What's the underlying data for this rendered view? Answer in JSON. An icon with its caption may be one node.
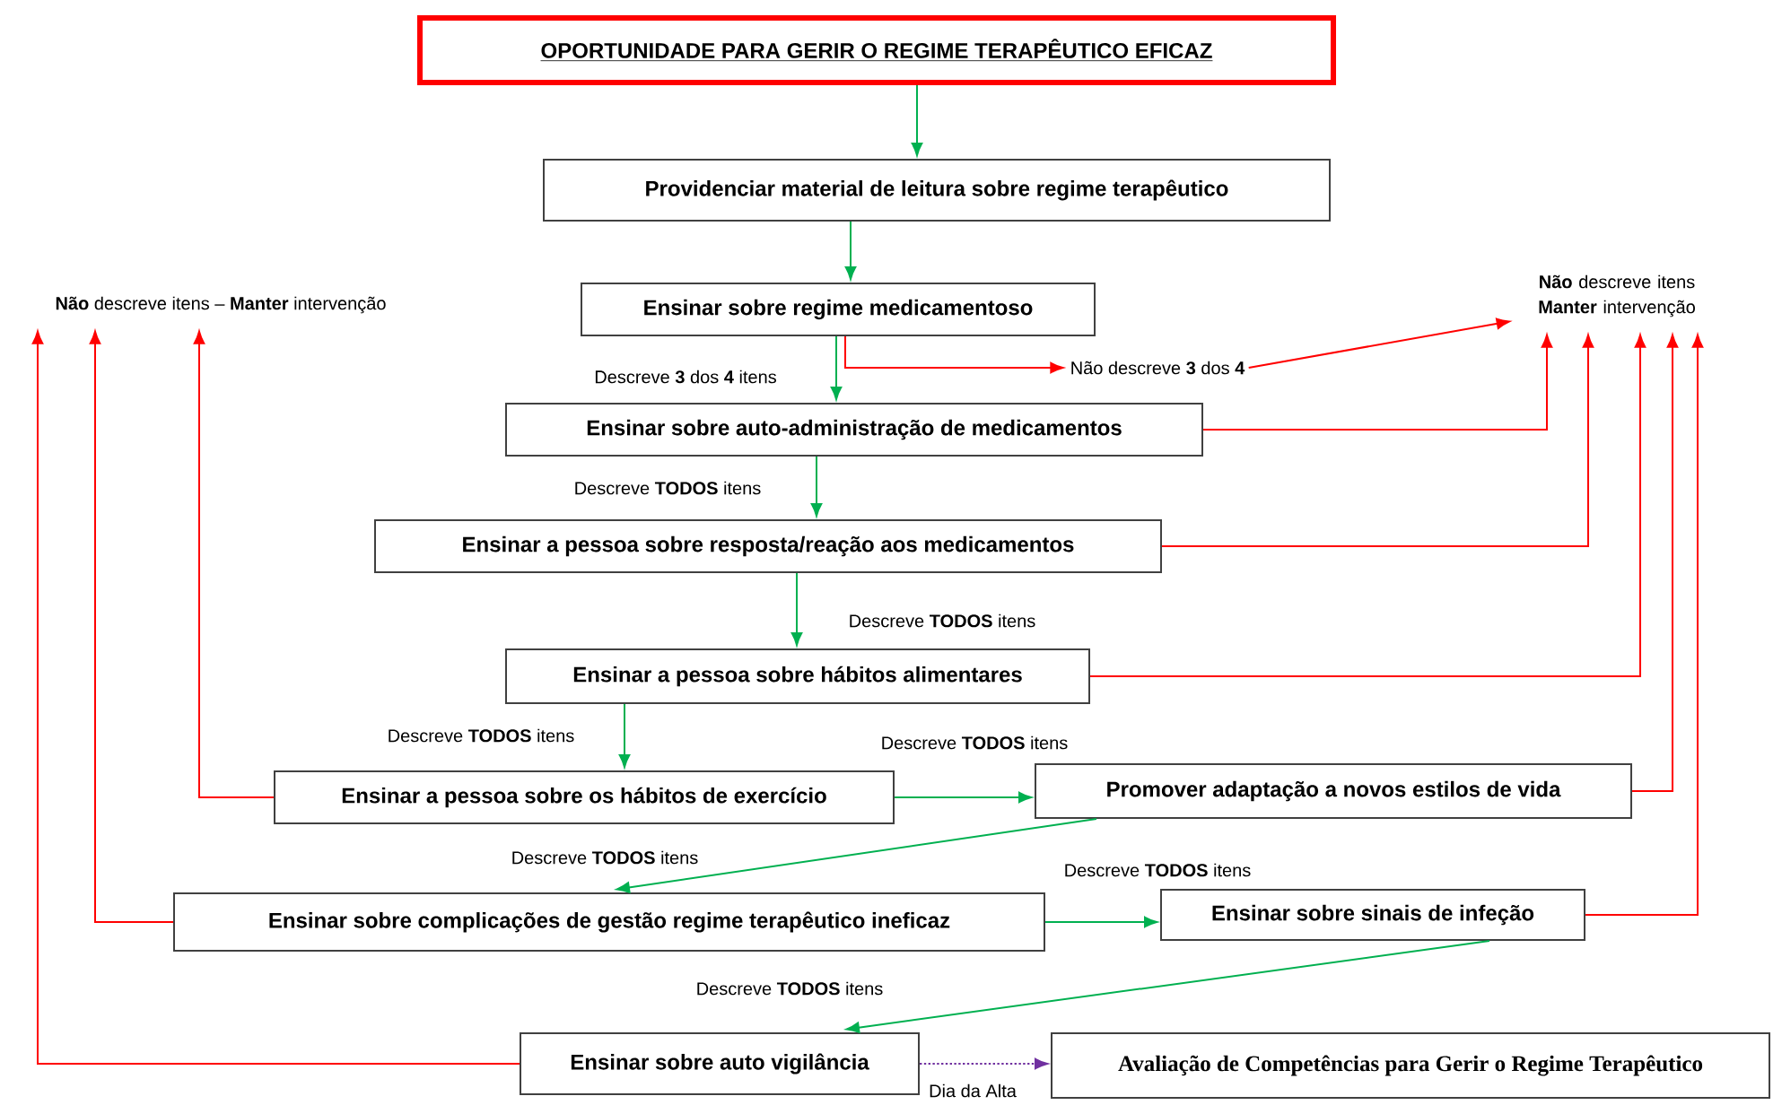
{
  "diagram": {
    "nodes": [
      {
        "text": [
          "OPORTUNIDADE PARA GERIR O REGIME TERAPÊUTICO EFICAZ"
        ]
      },
      {
        "text": [
          "Providenciar material de leitura sobre regime terapêutico"
        ]
      },
      {
        "text": [
          "Ensinar sobre regime medicamentoso"
        ]
      },
      {
        "text": [
          "Ensinar sobre auto-administração de medicamentos"
        ]
      },
      {
        "text": [
          "Ensinar a pessoa sobre resposta/reação aos medicamentos"
        ]
      },
      {
        "text": [
          "Ensinar a pessoa sobre hábitos alimentares"
        ]
      },
      {
        "text": [
          "Ensinar a pessoa sobre os hábitos de exercício"
        ]
      },
      {
        "text": [
          "Promover adaptação a novos estilos de vida"
        ]
      },
      {
        "text": [
          "Ensinar sobre complicações de gestão regime terapêutico ineficaz"
        ]
      },
      {
        "text": [
          "Ensinar sobre sinais de infeção"
        ]
      },
      {
        "text": [
          "Ensinar sobre auto vigilância"
        ]
      },
      {
        "text": [
          "Avaliação de Competências para Gerir o Regime Terapêutico"
        ]
      },
      {
        "text": [
          "Não descreve **3** dos **4**"
        ]
      },
      {
        "text": [
          "**Não** descreve itens – **Manter** intervenção"
        ]
      },
      {
        "text": [
          "**Não** descreve itens **Manter** intervenção"
        ]
      }
    ],
    "edges": [
      {
        "from": 0,
        "to": 1,
        "arrow": "to",
        "color": "#00b050"
      },
      {
        "from": 1,
        "to": 2,
        "arrow": "to",
        "color": "#00b050"
      },
      {
        "from": 2,
        "to": 3,
        "arrow": "to",
        "label": "Descreve **3** dos **4** itens",
        "color": "#00b050"
      },
      {
        "from": 3,
        "to": 4,
        "arrow": "to",
        "label": "Descreve **TODOS** itens",
        "color": "#00b050"
      },
      {
        "from": 4,
        "to": 5,
        "arrow": "to",
        "label": "Descreve **TODOS** itens",
        "color": "#00b050"
      },
      {
        "from": 5,
        "to": 6,
        "arrow": "to",
        "label": "Descreve **TODOS** itens",
        "color": "#00b050"
      },
      {
        "from": 6,
        "to": 7,
        "arrow": "to",
        "label": "Descreve **TODOS** itens",
        "color": "#00b050"
      },
      {
        "from": 7,
        "to": 8,
        "arrow": "to",
        "label": "Descreve **TODOS** itens",
        "color": "#00b050"
      },
      {
        "from": 8,
        "to": 9,
        "arrow": "to",
        "label": "Descreve **TODOS** itens",
        "color": "#00b050"
      },
      {
        "from": 9,
        "to": 10,
        "arrow": "to",
        "label": "Descreve **TODOS** itens",
        "color": "#00b050"
      },
      {
        "from": 10,
        "to": 11,
        "arrow": "to",
        "label": "Dia da Alta",
        "style": "dashed",
        "color": "#7030a0"
      },
      {
        "from": 2,
        "to": 12,
        "arrow": "to",
        "color": "#ff0000"
      },
      {
        "from": 12,
        "to": 14,
        "arrow": "to",
        "color": "#ff0000"
      },
      {
        "from": 3,
        "to": 14,
        "arrow": "to",
        "color": "#ff0000"
      },
      {
        "from": 4,
        "to": 14,
        "arrow": "to",
        "color": "#ff0000"
      },
      {
        "from": 5,
        "to": 14,
        "arrow": "to",
        "color": "#ff0000"
      },
      {
        "from": 7,
        "to": 14,
        "arrow": "to",
        "color": "#ff0000"
      },
      {
        "from": 9,
        "to": 14,
        "arrow": "to",
        "color": "#ff0000"
      },
      {
        "from": 6,
        "to": 13,
        "arrow": "to",
        "color": "#ff0000"
      },
      {
        "from": 8,
        "to": 13,
        "arrow": "to",
        "color": "#ff0000"
      },
      {
        "from": 10,
        "to": 13,
        "arrow": "to",
        "color": "#ff0000"
      }
    ]
  }
}
